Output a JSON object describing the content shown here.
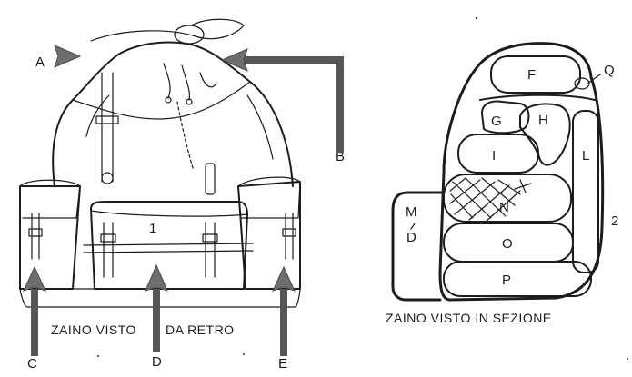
{
  "labels": {
    "A": "A",
    "B": "B",
    "C": "C",
    "D": "D",
    "E": "E",
    "F": "F",
    "G": "G",
    "H": "H",
    "I": "I",
    "L": "L",
    "M": "M",
    "D_inner": "D",
    "N": "N",
    "O": "O",
    "P": "P",
    "Q": "Q",
    "one": "1",
    "two": "2"
  },
  "captions": {
    "back_view_left": "ZAINO VISTO",
    "back_view_right": "DA RETRO",
    "section_view": "ZAINO VISTO IN SEZIONE"
  },
  "colors": {
    "ink": "#1c1c1c",
    "arrow": "#6e6e6e",
    "background": "#ffffff"
  }
}
